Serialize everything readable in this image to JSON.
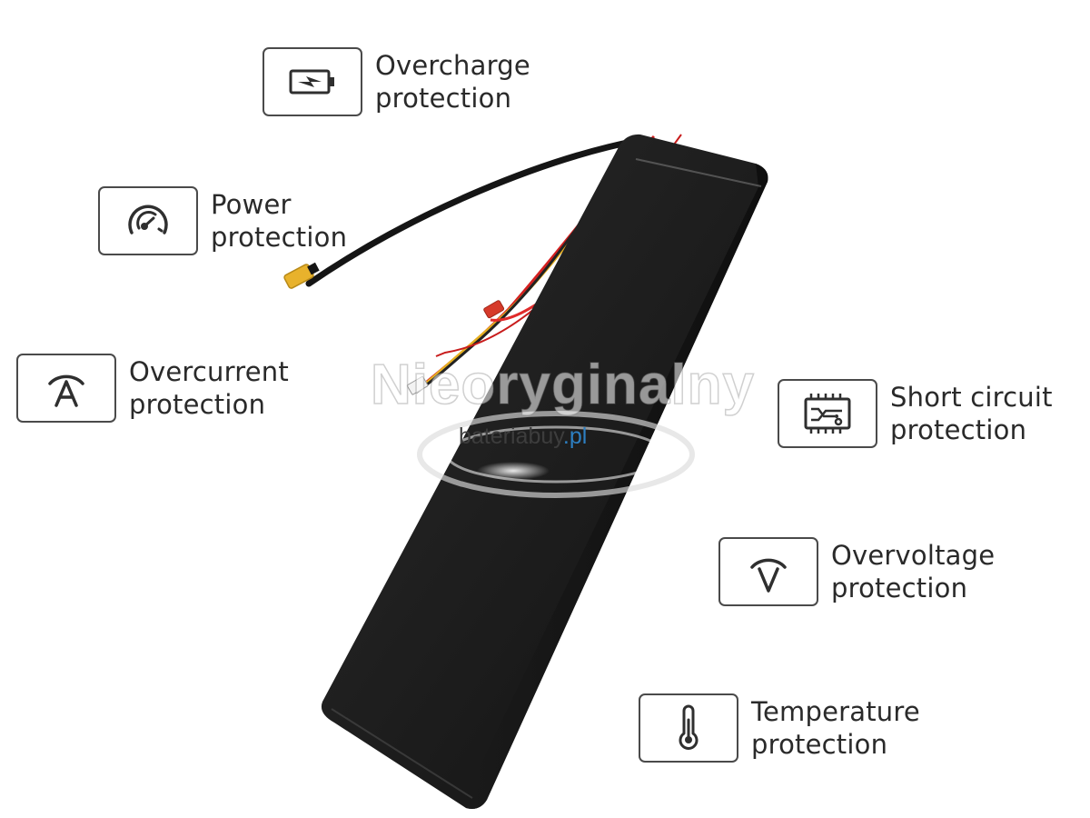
{
  "features": [
    {
      "id": "overcharge",
      "icon": "battery-charge-icon",
      "line1": "Overcharge",
      "line2": "protection"
    },
    {
      "id": "power",
      "icon": "gauge-icon",
      "line1": "Power",
      "line2": "protection"
    },
    {
      "id": "overcurrent",
      "icon": "ampere-icon",
      "line1": "Overcurrent",
      "line2": "protection"
    },
    {
      "id": "shortcircuit",
      "icon": "circuit-board-icon",
      "line1": "Short circuit",
      "line2": "protection"
    },
    {
      "id": "overvoltage",
      "icon": "voltage-icon",
      "line1": "Overvoltage",
      "line2": "protection"
    },
    {
      "id": "temperature",
      "icon": "thermometer-icon",
      "line1": "Temperature",
      "line2": "protection"
    }
  ],
  "watermark": {
    "main": "Nieoryginalny",
    "site_prefix": "bateriabuy",
    "site_suffix": ".pl"
  },
  "colors": {
    "battery_body": "#1b1b1b",
    "wire_black": "#151515",
    "wire_red": "#d42020",
    "wire_yellow": "#e6b020",
    "connector_yellow": "#e8b22c",
    "connector_red": "#d63a2a",
    "accent_blue": "#2d7fc1",
    "icon_stroke": "#2f2f2f"
  }
}
